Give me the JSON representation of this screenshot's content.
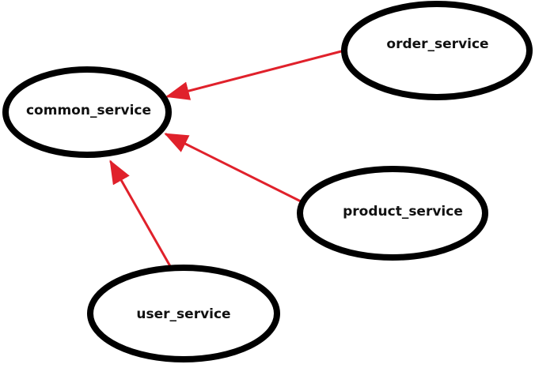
{
  "diagram": {
    "nodes": [
      {
        "id": "common",
        "label": "common_service"
      },
      {
        "id": "order",
        "label": "order_service"
      },
      {
        "id": "product",
        "label": "product_service"
      },
      {
        "id": "user",
        "label": "user_service"
      }
    ],
    "edges": [
      {
        "from": "order",
        "to": "common"
      },
      {
        "from": "product",
        "to": "common"
      },
      {
        "from": "user",
        "to": "common"
      }
    ],
    "colors": {
      "edge": "#e0212b",
      "node_border": "#000000",
      "background": "#ffffff"
    }
  }
}
